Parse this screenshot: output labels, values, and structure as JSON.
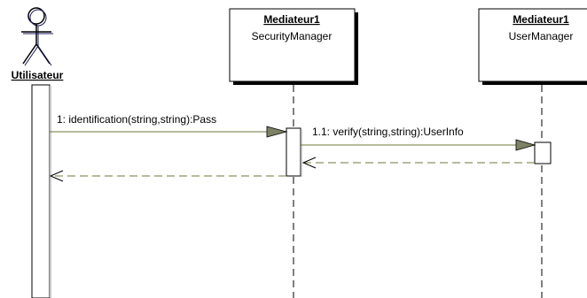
{
  "diagram": {
    "actor": {
      "name": "Utilisateur"
    },
    "objects": [
      {
        "name": "Mediateur1",
        "class": "SecurityManager"
      },
      {
        "name": "Mediateur1",
        "class": "UserManager"
      }
    ],
    "messages": [
      {
        "label": "1: identification(string,string):Pass",
        "kind": "call"
      },
      {
        "label": "1.1: verify(string,string):UserInfo",
        "kind": "call"
      },
      {
        "label": "",
        "kind": "return"
      },
      {
        "label": "",
        "kind": "return"
      }
    ],
    "colors": {
      "message_line": "#6b7a3a",
      "arrowhead_fill": "#7d8266",
      "box_shadow": "#000000",
      "line": "#000000"
    }
  }
}
